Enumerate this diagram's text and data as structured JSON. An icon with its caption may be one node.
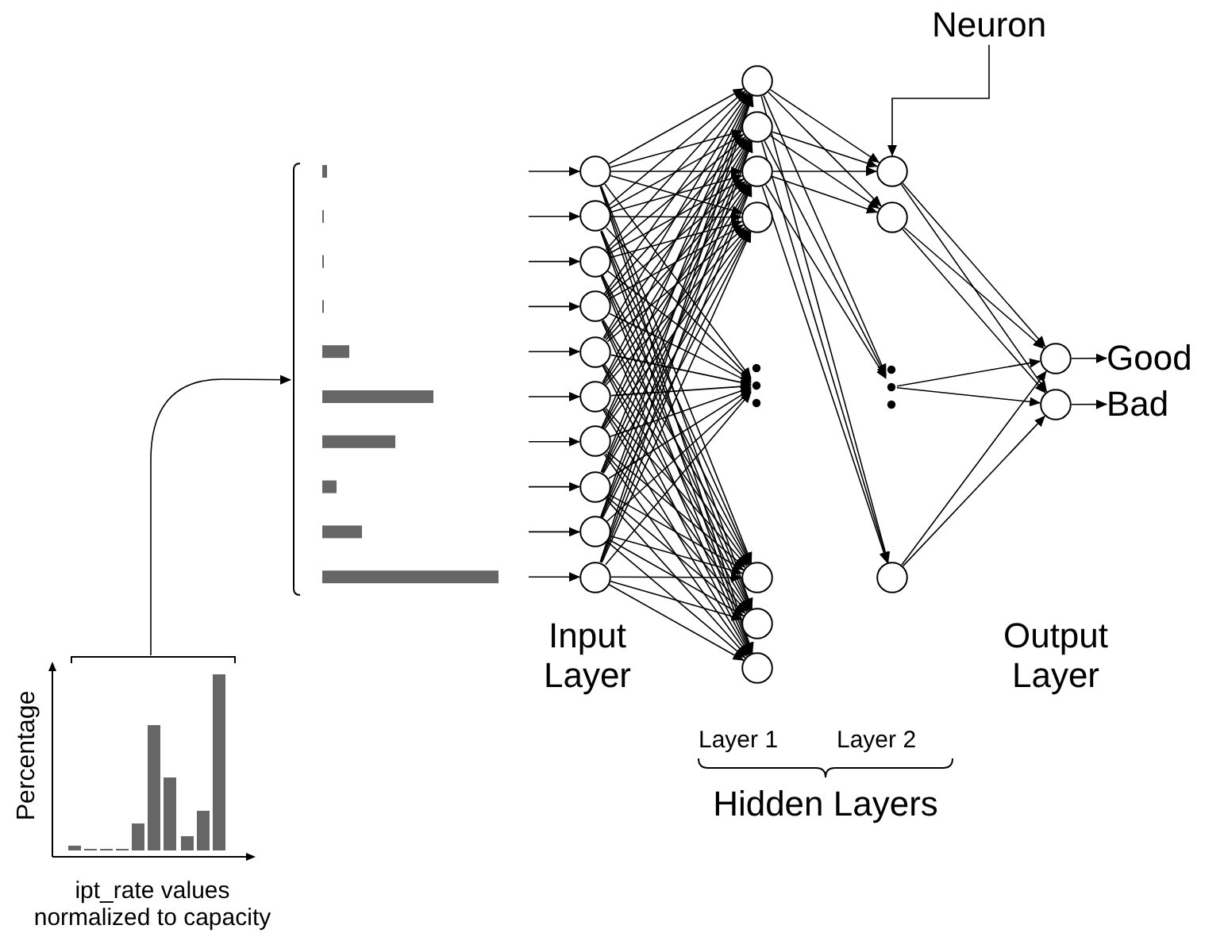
{
  "diagram": {
    "nodes": [
      {
        "text": [],
        "shape": "picture"
      },
      {
        "text": [],
        "shape": "picture"
      },
      {
        "text": [],
        "shape": "circle"
      },
      {
        "text": [],
        "shape": "circle"
      },
      {
        "text": [],
        "shape": "circle"
      },
      {
        "text": [],
        "shape": "circle"
      },
      {
        "text": [],
        "shape": "circle"
      },
      {
        "text": [],
        "shape": "circle"
      },
      {
        "text": [],
        "shape": "circle"
      },
      {
        "text": [],
        "shape": "circle"
      },
      {
        "text": [],
        "shape": "circle"
      },
      {
        "text": [],
        "shape": "circle"
      },
      {
        "text": [],
        "shape": "circle"
      },
      {
        "text": [],
        "shape": "circle"
      },
      {
        "text": [],
        "shape": "circle"
      },
      {
        "text": [],
        "shape": "circle"
      },
      {
        "text": [],
        "shape": "dots"
      },
      {
        "text": [],
        "shape": "circle"
      },
      {
        "text": [],
        "shape": "circle"
      },
      {
        "text": [],
        "shape": "circle"
      },
      {
        "text": [],
        "shape": "circle"
      },
      {
        "text": [],
        "shape": "circle"
      },
      {
        "text": [],
        "shape": "dots"
      },
      {
        "text": [],
        "shape": "circle"
      },
      {
        "text": [],
        "shape": "circle"
      },
      {
        "text": [],
        "shape": "circle"
      },
      {
        "text": [
          "Good"
        ]
      },
      {
        "text": [
          "Bad"
        ]
      },
      {
        "text": [
          "Neuron"
        ]
      }
    ],
    "edges": [
      {
        "from": null,
        "to": 2,
        "arrow": "to"
      },
      {
        "from": null,
        "to": 3,
        "arrow": "to"
      },
      {
        "from": null,
        "to": 4,
        "arrow": "to"
      },
      {
        "from": null,
        "to": 5,
        "arrow": "to"
      },
      {
        "from": null,
        "to": 6,
        "arrow": "to"
      },
      {
        "from": null,
        "to": 7,
        "arrow": "to"
      },
      {
        "from": null,
        "to": 8,
        "arrow": "to"
      },
      {
        "from": null,
        "to": 9,
        "arrow": "to"
      },
      {
        "from": null,
        "to": 10,
        "arrow": "to"
      },
      {
        "from": null,
        "to": 11,
        "arrow": "to"
      },
      {
        "from": 2,
        "to": 12,
        "arrow": "to"
      },
      {
        "from": 2,
        "to": 13,
        "arrow": "to"
      },
      {
        "from": 2,
        "to": 14,
        "arrow": "to"
      },
      {
        "from": 2,
        "to": 15,
        "arrow": "to"
      },
      {
        "from": 2,
        "to": 16,
        "arrow": "to"
      },
      {
        "from": 2,
        "to": 17,
        "arrow": "to"
      },
      {
        "from": 2,
        "to": 18,
        "arrow": "to"
      },
      {
        "from": 2,
        "to": 19,
        "arrow": "to"
      },
      {
        "from": 3,
        "to": 12,
        "arrow": "to"
      },
      {
        "from": 3,
        "to": 13,
        "arrow": "to"
      },
      {
        "from": 3,
        "to": 14,
        "arrow": "to"
      },
      {
        "from": 3,
        "to": 15,
        "arrow": "to"
      },
      {
        "from": 3,
        "to": 16,
        "arrow": "to"
      },
      {
        "from": 3,
        "to": 17,
        "arrow": "to"
      },
      {
        "from": 3,
        "to": 18,
        "arrow": "to"
      },
      {
        "from": 3,
        "to": 19,
        "arrow": "to"
      },
      {
        "from": 4,
        "to": 12,
        "arrow": "to"
      },
      {
        "from": 4,
        "to": 13,
        "arrow": "to"
      },
      {
        "from": 4,
        "to": 14,
        "arrow": "to"
      },
      {
        "from": 4,
        "to": 15,
        "arrow": "to"
      },
      {
        "from": 4,
        "to": 16,
        "arrow": "to"
      },
      {
        "from": 4,
        "to": 17,
        "arrow": "to"
      },
      {
        "from": 4,
        "to": 18,
        "arrow": "to"
      },
      {
        "from": 4,
        "to": 19,
        "arrow": "to"
      },
      {
        "from": 5,
        "to": 12,
        "arrow": "to"
      },
      {
        "from": 5,
        "to": 13,
        "arrow": "to"
      },
      {
        "from": 5,
        "to": 14,
        "arrow": "to"
      },
      {
        "from": 5,
        "to": 15,
        "arrow": "to"
      },
      {
        "from": 5,
        "to": 16,
        "arrow": "to"
      },
      {
        "from": 5,
        "to": 17,
        "arrow": "to"
      },
      {
        "from": 5,
        "to": 18,
        "arrow": "to"
      },
      {
        "from": 5,
        "to": 19,
        "arrow": "to"
      },
      {
        "from": 6,
        "to": 12,
        "arrow": "to"
      },
      {
        "from": 6,
        "to": 13,
        "arrow": "to"
      },
      {
        "from": 6,
        "to": 14,
        "arrow": "to"
      },
      {
        "from": 6,
        "to": 15,
        "arrow": "to"
      },
      {
        "from": 6,
        "to": 16,
        "arrow": "to"
      },
      {
        "from": 6,
        "to": 17,
        "arrow": "to"
      },
      {
        "from": 6,
        "to": 18,
        "arrow": "to"
      },
      {
        "from": 6,
        "to": 19,
        "arrow": "to"
      },
      {
        "from": 7,
        "to": 12,
        "arrow": "to"
      },
      {
        "from": 7,
        "to": 13,
        "arrow": "to"
      },
      {
        "from": 7,
        "to": 14,
        "arrow": "to"
      },
      {
        "from": 7,
        "to": 15,
        "arrow": "to"
      },
      {
        "from": 7,
        "to": 16,
        "arrow": "to"
      },
      {
        "from": 7,
        "to": 17,
        "arrow": "to"
      },
      {
        "from": 7,
        "to": 18,
        "arrow": "to"
      },
      {
        "from": 7,
        "to": 19,
        "arrow": "to"
      },
      {
        "from": 8,
        "to": 12,
        "arrow": "to"
      },
      {
        "from": 8,
        "to": 13,
        "arrow": "to"
      },
      {
        "from": 8,
        "to": 14,
        "arrow": "to"
      },
      {
        "from": 8,
        "to": 15,
        "arrow": "to"
      },
      {
        "from": 8,
        "to": 16,
        "arrow": "to"
      },
      {
        "from": 8,
        "to": 17,
        "arrow": "to"
      },
      {
        "from": 8,
        "to": 18,
        "arrow": "to"
      },
      {
        "from": 8,
        "to": 19,
        "arrow": "to"
      },
      {
        "from": 9,
        "to": 12,
        "arrow": "to"
      },
      {
        "from": 9,
        "to": 13,
        "arrow": "to"
      },
      {
        "from": 9,
        "to": 14,
        "arrow": "to"
      },
      {
        "from": 9,
        "to": 15,
        "arrow": "to"
      },
      {
        "from": 9,
        "to": 16,
        "arrow": "to"
      },
      {
        "from": 9,
        "to": 17,
        "arrow": "to"
      },
      {
        "from": 9,
        "to": 18,
        "arrow": "to"
      },
      {
        "from": 9,
        "to": 19,
        "arrow": "to"
      },
      {
        "from": 10,
        "to": 12,
        "arrow": "to"
      },
      {
        "from": 10,
        "to": 13,
        "arrow": "to"
      },
      {
        "from": 10,
        "to": 14,
        "arrow": "to"
      },
      {
        "from": 10,
        "to": 15,
        "arrow": "to"
      },
      {
        "from": 10,
        "to": 16,
        "arrow": "to"
      },
      {
        "from": 10,
        "to": 17,
        "arrow": "to"
      },
      {
        "from": 10,
        "to": 18,
        "arrow": "to"
      },
      {
        "from": 10,
        "to": 19,
        "arrow": "to"
      },
      {
        "from": 11,
        "to": 12,
        "arrow": "to"
      },
      {
        "from": 11,
        "to": 13,
        "arrow": "to"
      },
      {
        "from": 11,
        "to": 14,
        "arrow": "to"
      },
      {
        "from": 11,
        "to": 15,
        "arrow": "to"
      },
      {
        "from": 11,
        "to": 16,
        "arrow": "to"
      },
      {
        "from": 11,
        "to": 17,
        "arrow": "to"
      },
      {
        "from": 11,
        "to": 18,
        "arrow": "to"
      },
      {
        "from": 11,
        "to": 19,
        "arrow": "to"
      },
      {
        "from": 12,
        "to": 20,
        "arrow": "to"
      },
      {
        "from": 12,
        "to": 21,
        "arrow": "to"
      },
      {
        "from": 12,
        "to": 22,
        "arrow": "to"
      },
      {
        "from": 12,
        "to": 23,
        "arrow": "to"
      },
      {
        "from": 13,
        "to": 20,
        "arrow": "to"
      },
      {
        "from": 13,
        "to": 21,
        "arrow": "to"
      },
      {
        "from": 13,
        "to": 22,
        "arrow": "to"
      },
      {
        "from": 13,
        "to": 23,
        "arrow": "to"
      },
      {
        "from": 14,
        "to": 20,
        "arrow": "to"
      },
      {
        "from": 14,
        "to": 21,
        "arrow": "to"
      },
      {
        "from": 14,
        "to": 22,
        "arrow": "to"
      },
      {
        "from": 14,
        "to": 23,
        "arrow": "to"
      },
      {
        "from": 20,
        "to": 24,
        "arrow": "to"
      },
      {
        "from": 20,
        "to": 25,
        "arrow": "to"
      },
      {
        "from": 21,
        "to": 24,
        "arrow": "to"
      },
      {
        "from": 21,
        "to": 25,
        "arrow": "to"
      },
      {
        "from": 22,
        "to": 24,
        "arrow": "to"
      },
      {
        "from": 22,
        "to": 25,
        "arrow": "to"
      },
      {
        "from": 23,
        "to": 24,
        "arrow": "to"
      },
      {
        "from": 23,
        "to": 25,
        "arrow": "to"
      },
      {
        "from": 24,
        "to": 26,
        "arrow": "to"
      },
      {
        "from": 25,
        "to": 27,
        "arrow": "to"
      },
      {
        "from": 28,
        "to": 20,
        "arrow": "to"
      },
      {
        "from": 0,
        "to": 1,
        "arrow": "to"
      }
    ],
    "labels": [
      "Input Layer",
      "Output Layer",
      "Layer 1",
      "Layer 2",
      "Hidden Layers",
      "Percentage",
      "ipt_rate values normalized to capacity"
    ]
  }
}
